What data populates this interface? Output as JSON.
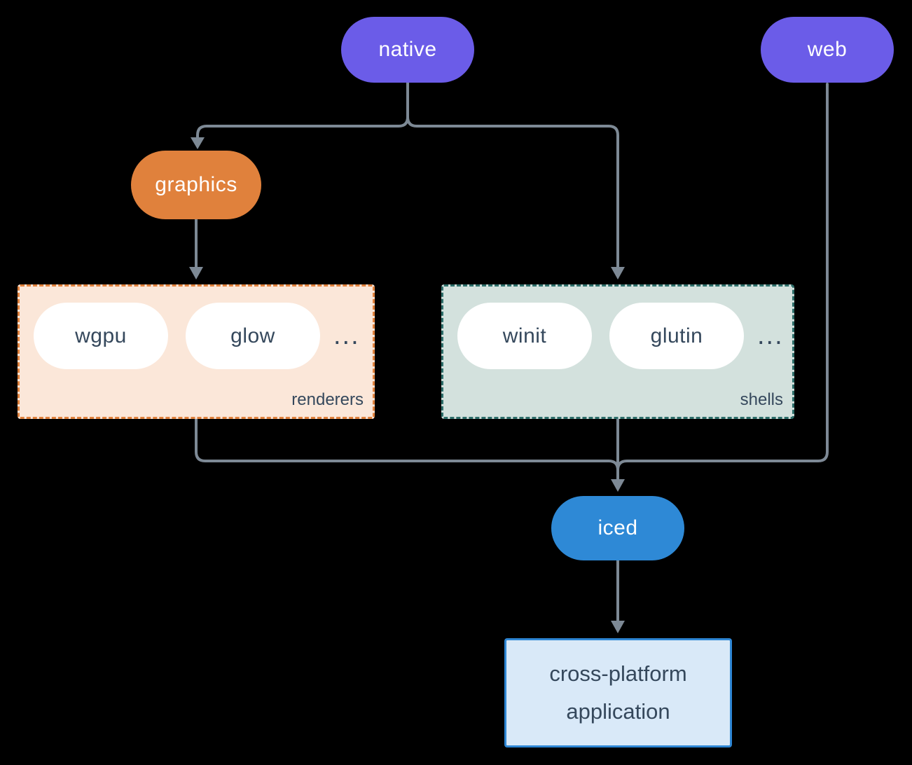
{
  "diagram": {
    "nodes": {
      "native": {
        "label": "native"
      },
      "web": {
        "label": "web"
      },
      "graphics": {
        "label": "graphics"
      },
      "iced": {
        "label": "iced"
      },
      "app": {
        "label": "cross-platform application"
      }
    },
    "groups": {
      "renderers": {
        "label": "renderers",
        "items": [
          "wgpu",
          "glow"
        ],
        "ellipsis": "..."
      },
      "shells": {
        "label": "shells",
        "items": [
          "winit",
          "glutin"
        ],
        "ellipsis": "..."
      }
    },
    "colors": {
      "background": "#000000",
      "purple": "#6b5ce8",
      "orange": "#e0813c",
      "blue": "#2e89d6",
      "line": "#7d8995",
      "pill-text": "#ffffff",
      "dark-text": "#35485c",
      "white-pill": "#ffffff",
      "renderers-bg": "#fbe7d9",
      "renderers-border": "#e0813c",
      "shells-bg": "#d3e1dd",
      "shells-border": "#2d6e6a",
      "app-bg": "#d9e9f8",
      "app-border": "#2e86d4"
    }
  }
}
